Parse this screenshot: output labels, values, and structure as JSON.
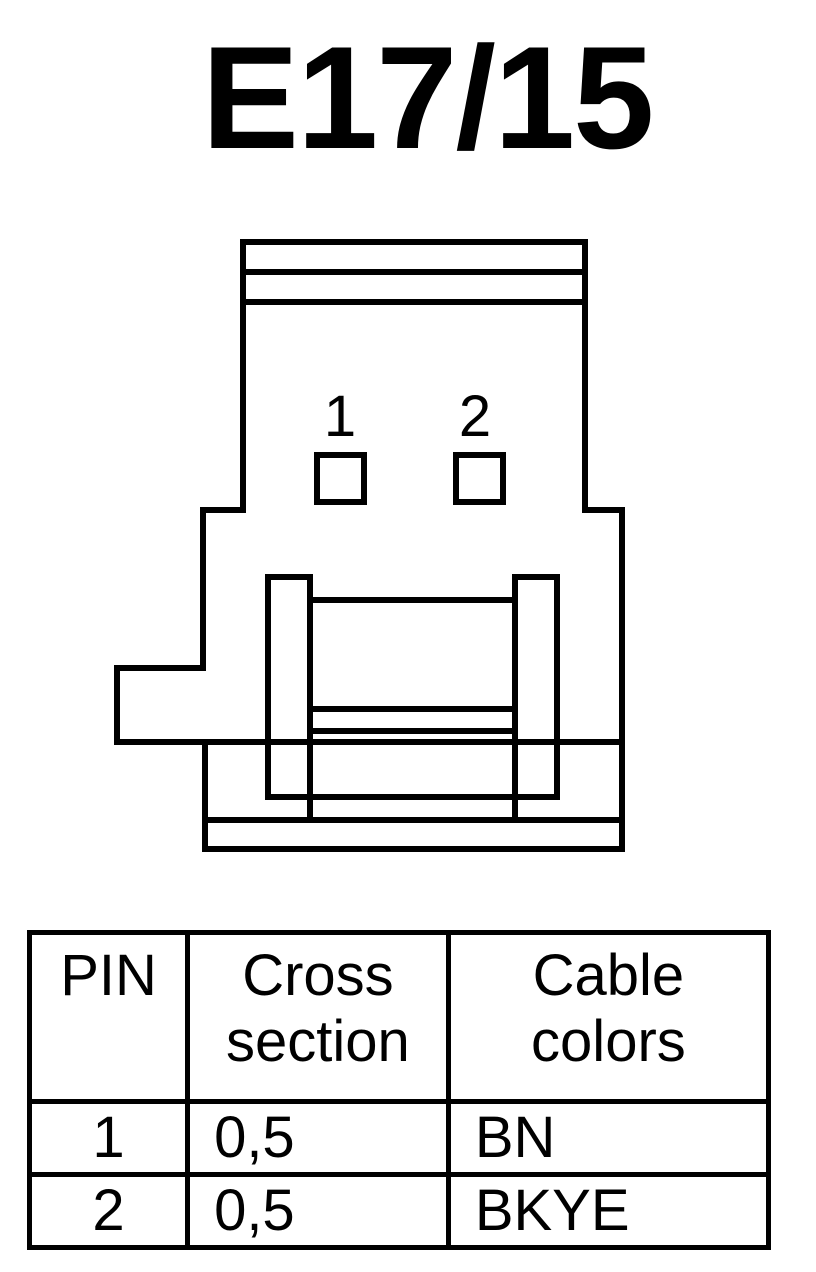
{
  "diagram": {
    "title": "E17/15",
    "pin_labels": [
      "1",
      "2"
    ]
  },
  "table": {
    "headers": {
      "pin": "PIN",
      "cross_line1": "Cross",
      "cross_line2": "section",
      "colors_line1": "Cable",
      "colors_line2": "colors"
    },
    "rows": [
      {
        "pin": "1",
        "cross_section": "0,5",
        "color": "BN"
      },
      {
        "pin": "2",
        "cross_section": "0,5",
        "color": "BKYE"
      }
    ]
  },
  "colors": {
    "stroke": "#000000",
    "background": "#ffffff"
  }
}
